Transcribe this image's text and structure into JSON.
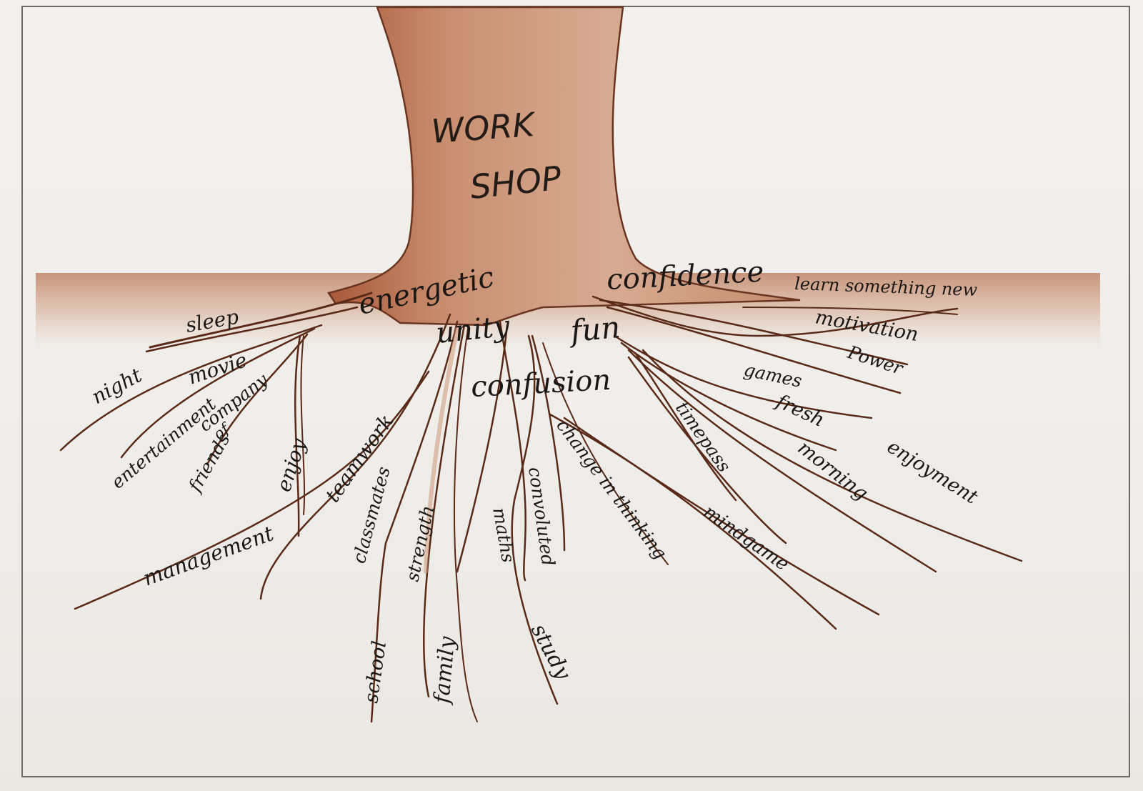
{
  "title_lines": [
    "WORK",
    "SHOP"
  ],
  "words": {
    "energetic": "energetic",
    "unity": "unity",
    "confidence": "confidence",
    "fun": "fun",
    "confusion": "confusion",
    "sleep": "sleep",
    "night": "night",
    "movie": "movie",
    "entertainment": "entertainment",
    "company": "company",
    "of": "of",
    "friends": "friends",
    "enjoy": "enjoy",
    "teamwork": "teamwork",
    "management": "management",
    "classmates": "classmates",
    "strength": "strength",
    "school": "school",
    "family": "family",
    "maths": "maths",
    "convoluted": "convoluted",
    "study": "study",
    "change_in_thinking": "change in thinking",
    "mindgame": "mindgame",
    "timepass": "timepass",
    "morning": "morning",
    "fresh": "fresh",
    "games": "games",
    "enjoyment": "enjoyment",
    "power": "Power",
    "motivation": "motivation",
    "learn_something_new": "learn something new"
  },
  "colors": {
    "trunk": "#b8704e",
    "soil": "#c8916f",
    "root_line": "#5a2a18",
    "paper": "#f1efeb"
  }
}
